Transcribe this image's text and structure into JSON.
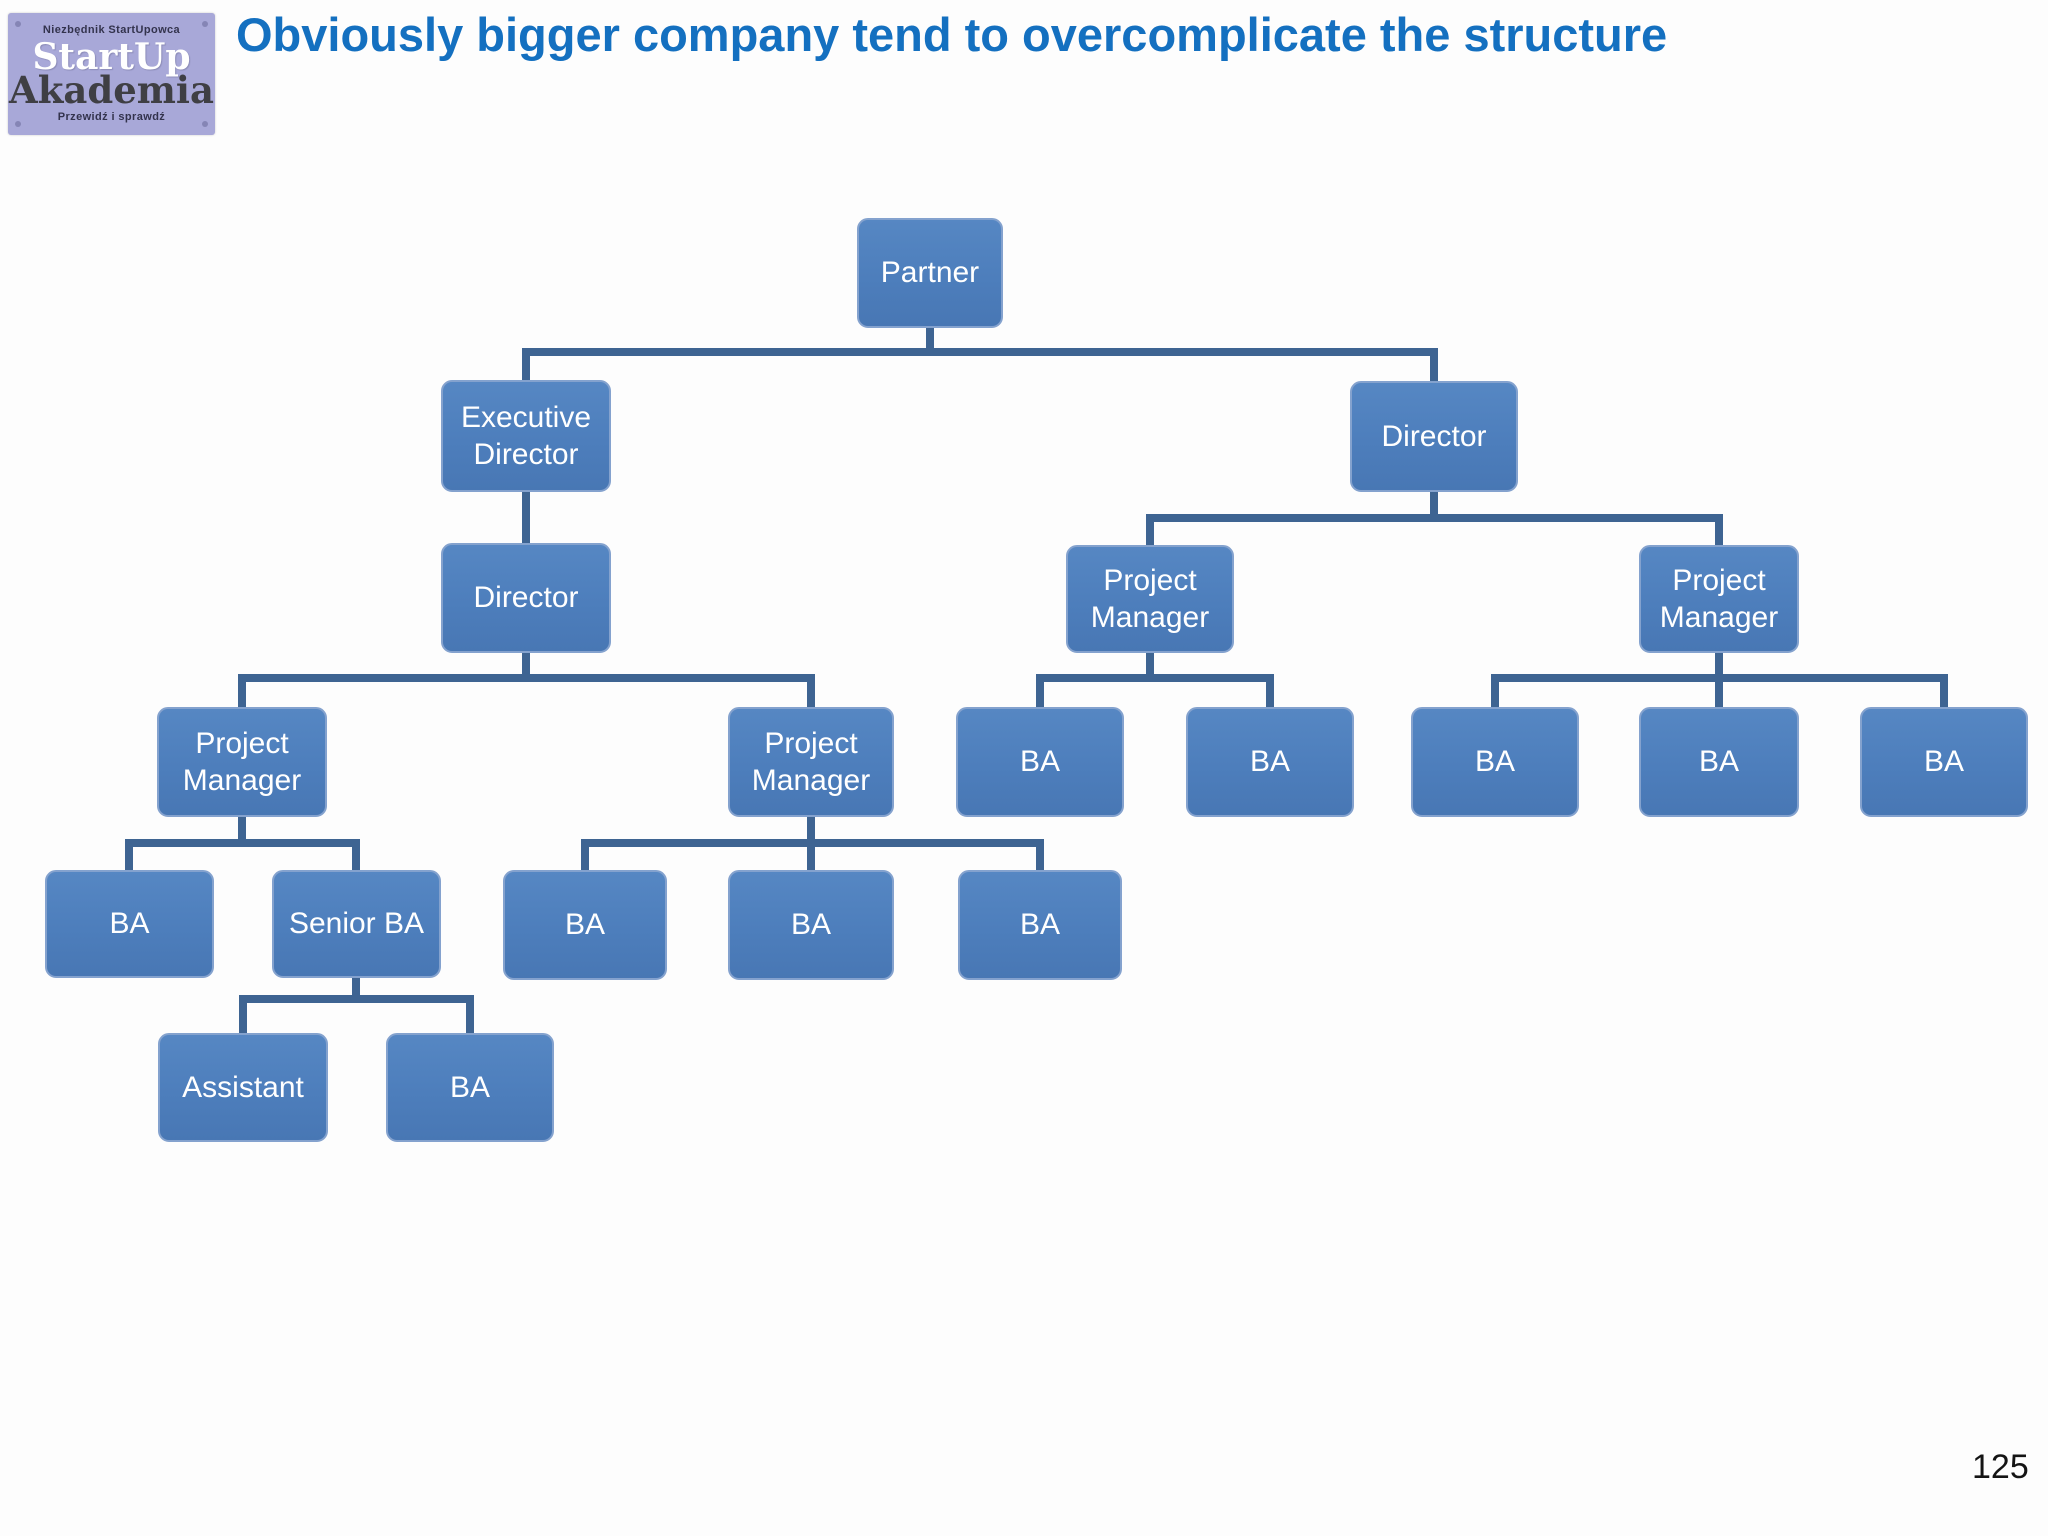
{
  "slide": {
    "title": "Obviously bigger company tend to overcomplicate the structure",
    "page_number": "125"
  },
  "logo": {
    "top_text": "Niezbędnik StartUpowca",
    "name_line1": "StartUp",
    "name_line2": "Akademia",
    "bottom_text": "Przewidź i sprawdź"
  },
  "colors": {
    "title_blue": "#1470c0",
    "node_fill": "#4d7ebc",
    "node_border": "#84a2ce",
    "connector": "#3e6492",
    "logo_background": "#a8a8d8",
    "page_number": "#141414"
  },
  "nodes": [
    {
      "label": "Partner"
    },
    {
      "label": "Executive Director"
    },
    {
      "label": "Director"
    },
    {
      "label": "Director"
    },
    {
      "label": "Project Manager"
    },
    {
      "label": "Project Manager"
    },
    {
      "label": "Project Manager"
    },
    {
      "label": "Project Manager"
    },
    {
      "label": "BA"
    },
    {
      "label": "BA"
    },
    {
      "label": "BA"
    },
    {
      "label": "BA"
    },
    {
      "label": "BA"
    },
    {
      "label": "BA"
    },
    {
      "label": "Senior BA"
    },
    {
      "label": "BA"
    },
    {
      "label": "BA"
    },
    {
      "label": "BA"
    },
    {
      "label": "Assistant"
    },
    {
      "label": "BA"
    }
  ],
  "chart_data": {
    "type": "org-tree",
    "title": "Company structure org chart",
    "root": {
      "label": "Partner",
      "children": [
        {
          "label": "Executive Director",
          "children": [
            {
              "label": "Director",
              "children": [
                {
                  "label": "Project Manager",
                  "children": [
                    {
                      "label": "BA"
                    },
                    {
                      "label": "Senior BA",
                      "children": [
                        {
                          "label": "Assistant"
                        },
                        {
                          "label": "BA"
                        }
                      ]
                    }
                  ]
                },
                {
                  "label": "Project Manager",
                  "children": [
                    {
                      "label": "BA"
                    },
                    {
                      "label": "BA"
                    },
                    {
                      "label": "BA"
                    }
                  ]
                }
              ]
            }
          ]
        },
        {
          "label": "Director",
          "children": [
            {
              "label": "Project Manager",
              "children": [
                {
                  "label": "BA"
                },
                {
                  "label": "BA"
                }
              ]
            },
            {
              "label": "Project Manager",
              "children": [
                {
                  "label": "BA"
                },
                {
                  "label": "BA"
                },
                {
                  "label": "BA"
                }
              ]
            }
          ]
        }
      ]
    }
  }
}
